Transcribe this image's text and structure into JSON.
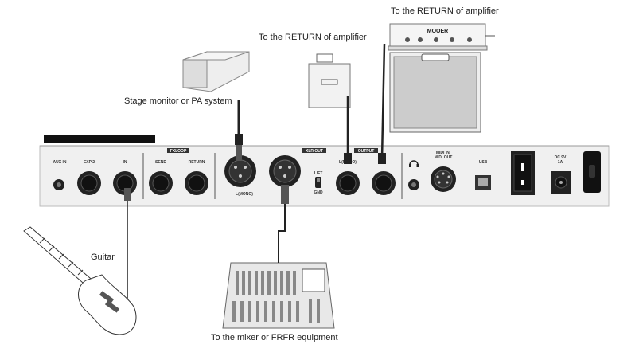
{
  "labels": {
    "amp_head_return": "To the RETURN of amplifier",
    "amp_return": "To the RETURN of amplifier",
    "stage_monitor": "Stage monitor or PA system",
    "guitar": "Guitar",
    "mixer": "To the mixer or FRFR equipment"
  },
  "panel": {
    "aux_in": "AUX IN",
    "exp2": "EXP 2",
    "in": "IN",
    "fxloop": "FXLOOP",
    "send": "SEND",
    "return": "RETURN",
    "lmono_xlr": "L(MONO)",
    "xlr_out": "XLR OUT",
    "lift": "LIFT",
    "gnd": "GND",
    "output": "OUTPUT",
    "lmono_out": "L(MONO)",
    "midi": "MIDI IN/\nMIDI OUT",
    "usb": "USB",
    "dc": "DC 9V\n1A"
  },
  "brand": "MOOER",
  "icons": {
    "headphone": "headphone-icon",
    "power": "power-switch-icon"
  }
}
